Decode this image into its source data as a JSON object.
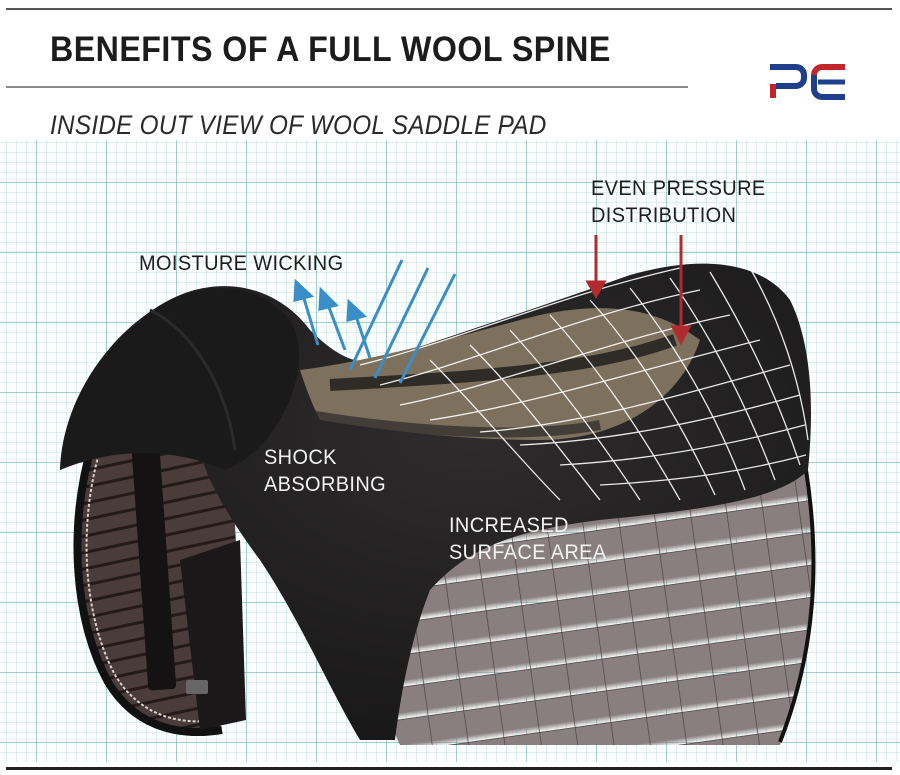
{
  "header": {
    "title": "BENEFITS OF A FULL WOOL SPINE",
    "subtitle": "INSIDE OUT VIEW OF WOOL SADDLE PAD",
    "logo": {
      "text": "PE",
      "colors": {
        "blue": "#1f3f8a",
        "red": "#c0272d"
      }
    }
  },
  "diagram": {
    "subject": "wool saddle pad (inside out)",
    "callouts": {
      "moisture_wicking": {
        "text": "MOISTURE WICKING",
        "arrow_color": "#3a8ec8",
        "arrow_count": 3,
        "line_count": 3
      },
      "pressure_line1": "EVEN PRESSURE",
      "pressure_line2": "DISTRIBUTION",
      "pressure_arrow_color": "#b02a2e",
      "pressure_arrow_count": 2,
      "shock_line1": "SHOCK",
      "shock_line2": "ABSORBING",
      "surface_line1": "INCREASED",
      "surface_line2": "SURFACE AREA"
    },
    "colors": {
      "fleece": "#1e1d1d",
      "spine_tan": "#7d705c",
      "quilt": "#8a7f80",
      "grid_major": "#70b4af",
      "mesh": "#ffffff"
    }
  }
}
